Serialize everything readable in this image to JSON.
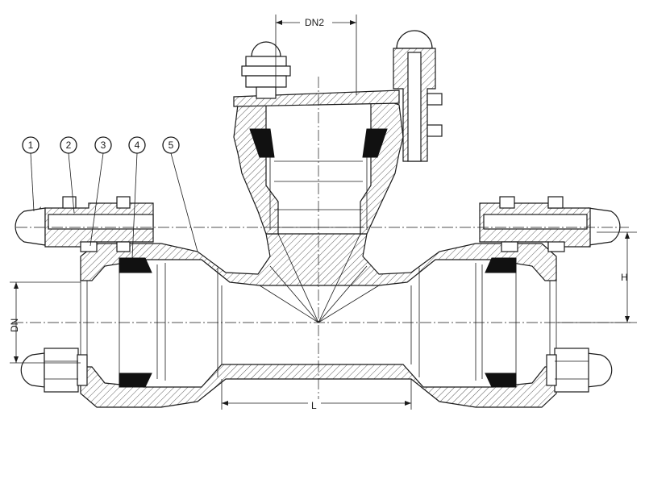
{
  "diagram": {
    "dimensions": {
      "dn2": "DN2",
      "dn": "DN",
      "h": "H",
      "l": "L"
    },
    "callouts": [
      "1",
      "2",
      "3",
      "4",
      "5"
    ],
    "colors": {
      "line": "#1a1a1a",
      "seal": "#111111",
      "background": "#ffffff"
    },
    "icons": {
      "bolt": "hex-bolt-with-dome-cap",
      "seal": "black-gasket-ring"
    }
  }
}
